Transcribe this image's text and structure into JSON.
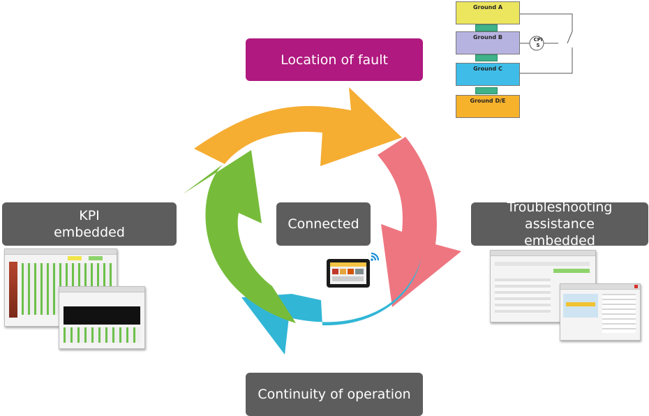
{
  "labels": {
    "top": "Location of fault",
    "left_line1": "KPI",
    "left_line2": "embedded",
    "right_line1": "Troubleshooting assistance",
    "right_line2": "embedded",
    "bottom": "Continuity of operation",
    "center": "Connected"
  },
  "grounds": {
    "a": "Ground A",
    "b": "Ground B",
    "c": "Ground C",
    "de": "Ground D/E",
    "cpi_line1": "CPI",
    "cpi_line2": "S"
  },
  "colors": {
    "arrow_orange": "#f5ad32",
    "arrow_pink": "#ee7680",
    "arrow_blue": "#32b6d6",
    "arrow_green": "#76bc3a",
    "magenta": "#b0197f",
    "gray": "#5d5d5d",
    "ground_a": "#ece55e",
    "ground_b": "#b7b3e1",
    "ground_c": "#3fbde8",
    "ground_de": "#f7b22c"
  }
}
